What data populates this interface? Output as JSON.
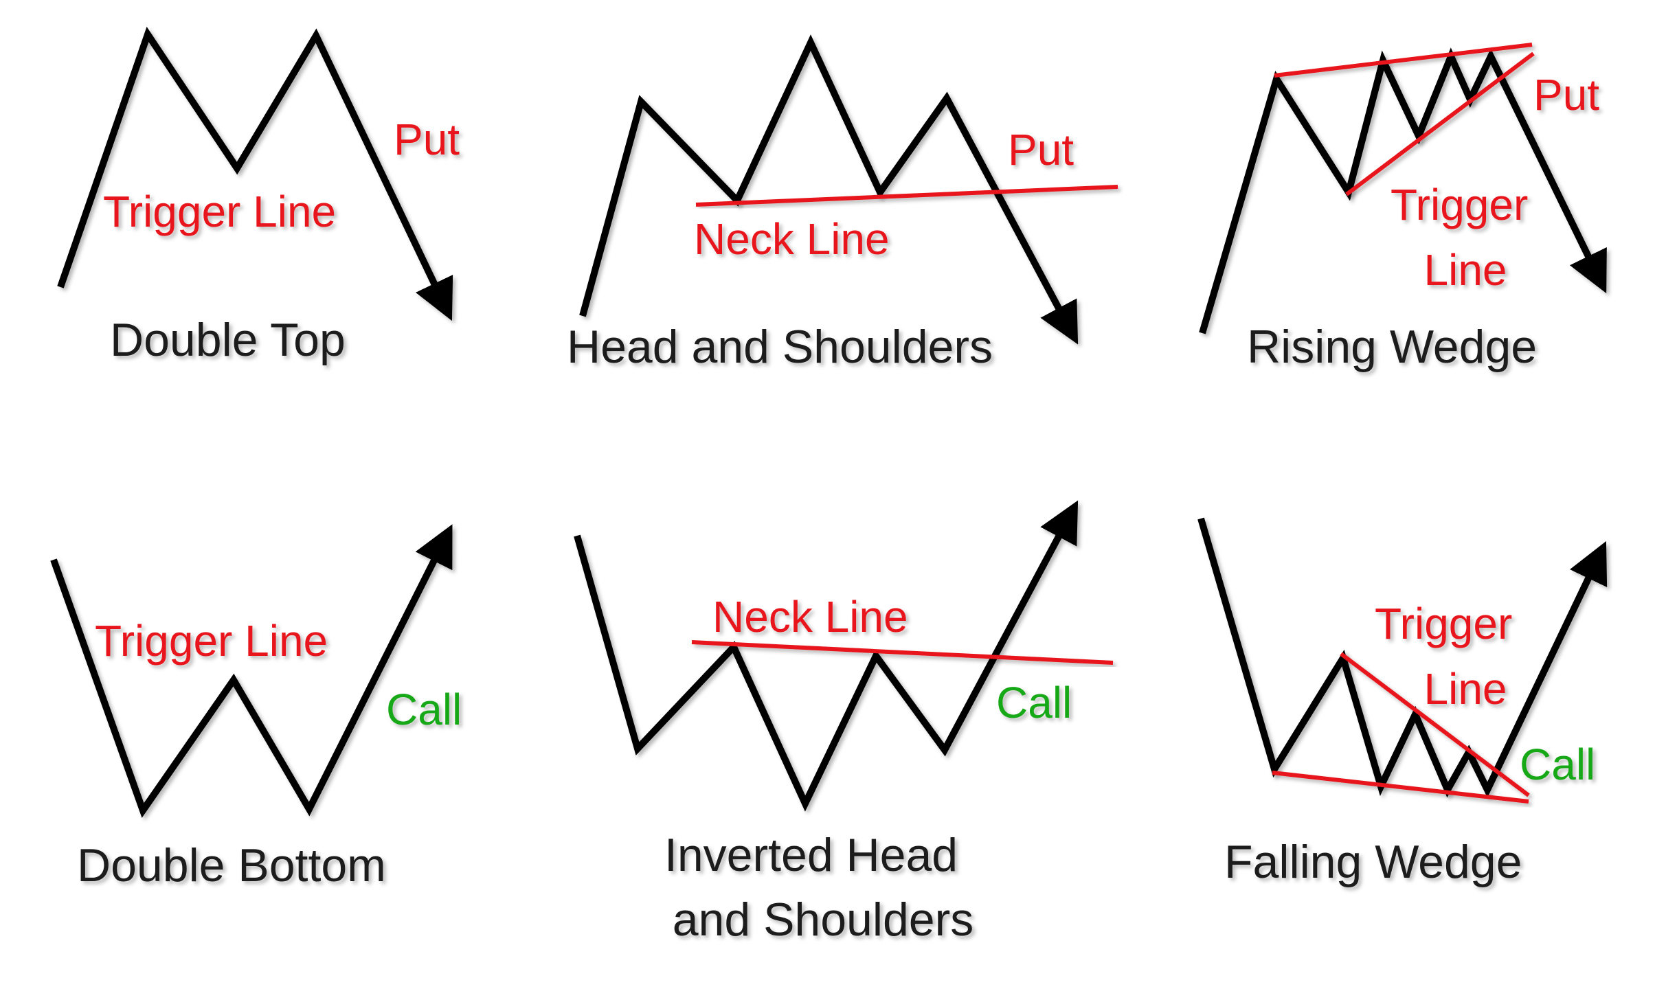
{
  "colors": {
    "price_line": "#000000",
    "trigger_line": "#e8161b",
    "put_label": "#e8161b",
    "call_label": "#17a817",
    "title_text": "#1a1a1a",
    "background": "#ffffff"
  },
  "patterns": [
    {
      "id": "double-top",
      "title_lines": [
        "Double Top"
      ],
      "signal": "Put",
      "line_label_lines": [
        "Trigger Line"
      ]
    },
    {
      "id": "head-and-shoulders",
      "title_lines": [
        "Head and Shoulders"
      ],
      "signal": "Put",
      "line_label_lines": [
        "Neck Line"
      ]
    },
    {
      "id": "rising-wedge",
      "title_lines": [
        "Rising Wedge"
      ],
      "signal": "Put",
      "line_label_lines": [
        "Trigger",
        "Line"
      ]
    },
    {
      "id": "double-bottom",
      "title_lines": [
        "Double Bottom"
      ],
      "signal": "Call",
      "line_label_lines": [
        "Trigger Line"
      ]
    },
    {
      "id": "inverted-head-and-shoulders",
      "title_lines": [
        "Inverted Head",
        "and Shoulders"
      ],
      "signal": "Call",
      "line_label_lines": [
        "Neck Line"
      ]
    },
    {
      "id": "falling-wedge",
      "title_lines": [
        "Falling Wedge"
      ],
      "signal": "Call",
      "line_label_lines": [
        "Trigger",
        "Line"
      ]
    }
  ]
}
